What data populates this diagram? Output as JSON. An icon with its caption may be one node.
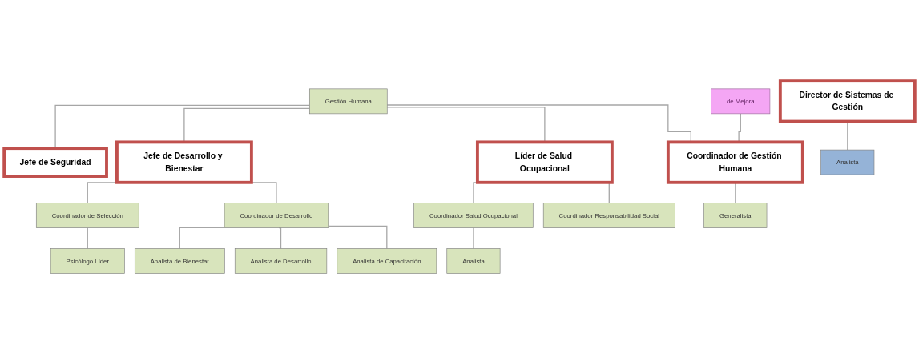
{
  "diagram": {
    "nodes": [
      {
        "text": [
          "Gestión Humana"
        ]
      },
      {
        "text": [
          "Jefe de Seguridad"
        ]
      },
      {
        "text": [
          "de Mejora"
        ]
      },
      {
        "text": [
          "Director de Sistemas de Gestión"
        ]
      },
      {
        "text": [
          "Jefe de Desarrollo y Bienestar"
        ]
      },
      {
        "text": [
          "Líder de Salud Ocupacional"
        ]
      },
      {
        "text": [
          "Coordinador de Gestión Humana"
        ]
      },
      {
        "text": [
          "Coordinador de Selección"
        ]
      },
      {
        "text": [
          "Coordinador de Desarrollo"
        ]
      },
      {
        "text": [
          "Coordinador Salud Ocupacional"
        ]
      },
      {
        "text": [
          "Coordinador Responsabilidad Social"
        ]
      },
      {
        "text": [
          "Psicólogo Líder"
        ]
      },
      {
        "text": [
          "Analista de Bienestar"
        ]
      },
      {
        "text": [
          "Analista de Desarrollo"
        ]
      },
      {
        "text": [
          "Analista de Capacitación"
        ]
      },
      {
        "text": [
          "Analista"
        ]
      },
      {
        "text": [
          "Generalista"
        ]
      },
      {
        "text": [
          "Analista"
        ]
      }
    ],
    "edges": [
      {
        "from": 0,
        "to": 1,
        "arrow": "none"
      },
      {
        "from": 0,
        "to": 4,
        "arrow": "none"
      },
      {
        "from": 0,
        "to": 5,
        "arrow": "none"
      },
      {
        "from": 0,
        "to": 6,
        "arrow": "none"
      },
      {
        "from": 2,
        "to": 6,
        "arrow": "none"
      },
      {
        "from": 3,
        "to": 17,
        "arrow": "none"
      },
      {
        "from": 4,
        "to": 7,
        "arrow": "none"
      },
      {
        "from": 4,
        "to": 8,
        "arrow": "none"
      },
      {
        "from": 5,
        "to": 9,
        "arrow": "none"
      },
      {
        "from": 5,
        "to": 10,
        "arrow": "none"
      },
      {
        "from": 6,
        "to": 16,
        "arrow": "none"
      },
      {
        "from": 7,
        "to": 11,
        "arrow": "none"
      },
      {
        "from": 8,
        "to": 12,
        "arrow": "none"
      },
      {
        "from": 8,
        "to": 13,
        "arrow": "none"
      },
      {
        "from": 8,
        "to": 14,
        "arrow": "none"
      },
      {
        "from": 9,
        "to": 15,
        "arrow": "none"
      }
    ]
  }
}
